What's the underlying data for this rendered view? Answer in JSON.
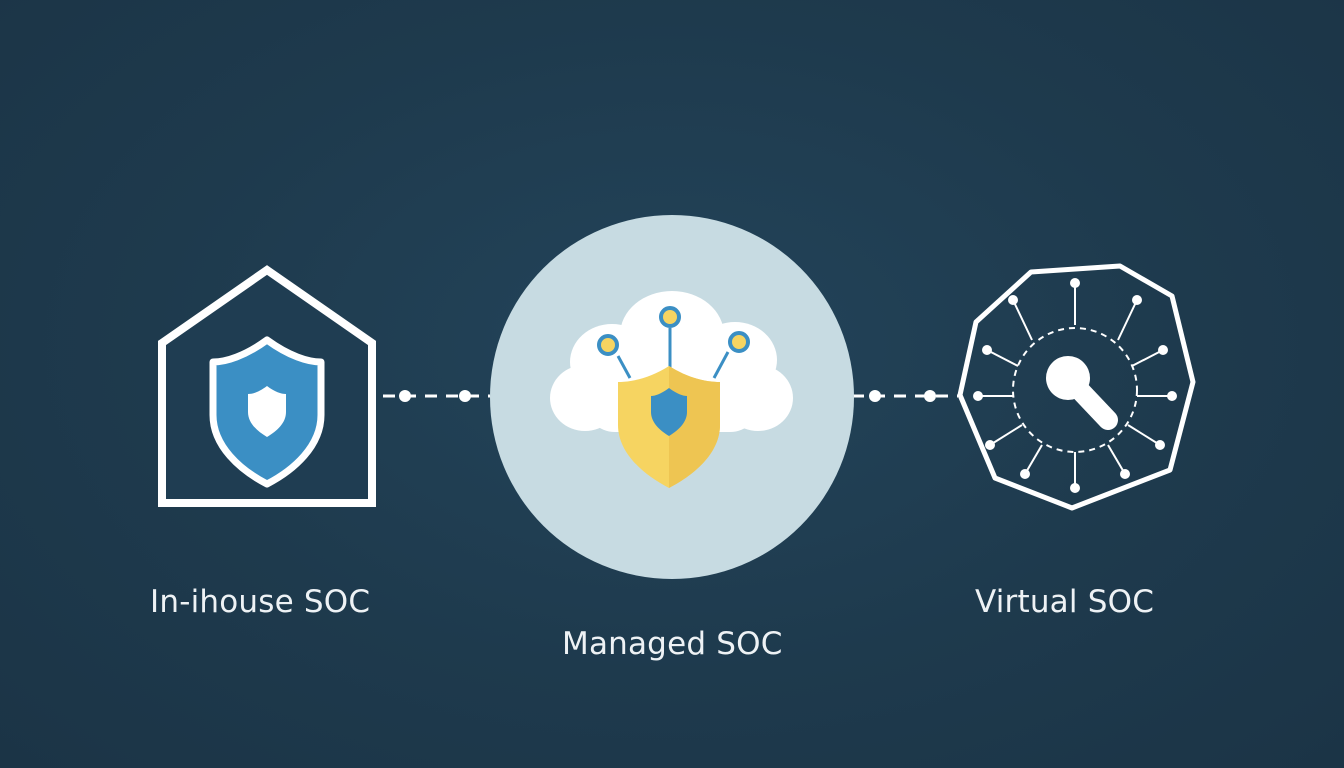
{
  "nodes": [
    {
      "id": "in-house",
      "label": "In-ihouse SOC",
      "icon": "house-shield-icon"
    },
    {
      "id": "managed",
      "label": "Managed SOC",
      "icon": "cloud-shield-icon"
    },
    {
      "id": "virtual",
      "label": "Virtual SOC",
      "icon": "network-key-icon"
    }
  ],
  "colors": {
    "background": "#1e3a4d",
    "outline": "#ffffff",
    "shield_blue": "#3b8fc4",
    "shield_yellow": "#f6d461",
    "circle_fill": "#c7dbe2",
    "cloud": "#ffffff",
    "accent_node": "#e8c34a"
  }
}
